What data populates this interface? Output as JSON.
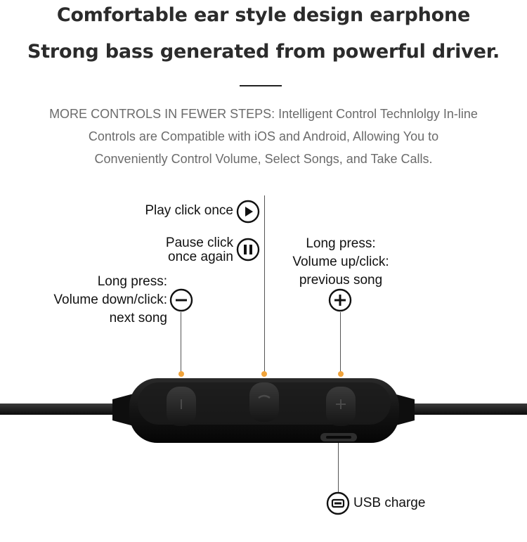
{
  "headline": {
    "line1": "Comfortable ear style design earphone",
    "line2": "Strong bass generated from powerful driver."
  },
  "description": {
    "line1": "MORE CONTROLS IN FEWER STEPS: Intelligent Control Technlolgy In-line",
    "line2": "Controls are Compatible with iOS and Android, Allowing You to",
    "line3": "Conveniently Control Volume, Select Songs, and Take Calls."
  },
  "controls": {
    "play": {
      "label": "Play click once",
      "icon": "play-icon"
    },
    "pause": {
      "line1": "Pause click",
      "line2": "once again",
      "icon": "pause-icon"
    },
    "minus": {
      "line1": "Long press:",
      "line2": "Volume down/click:",
      "line3": "next song",
      "icon": "minus-icon"
    },
    "plus": {
      "line1": "Long press:",
      "line2": "Volume up/click:",
      "line3": "previous song",
      "icon": "plus-icon"
    },
    "usb": {
      "label": "USB charge",
      "icon": "usb-port-icon"
    }
  },
  "colors": {
    "accent_dot": "#f0a33a",
    "device_body": "#111111",
    "headline_text": "#2b2b2b",
    "description_text": "#6b6b6b"
  }
}
